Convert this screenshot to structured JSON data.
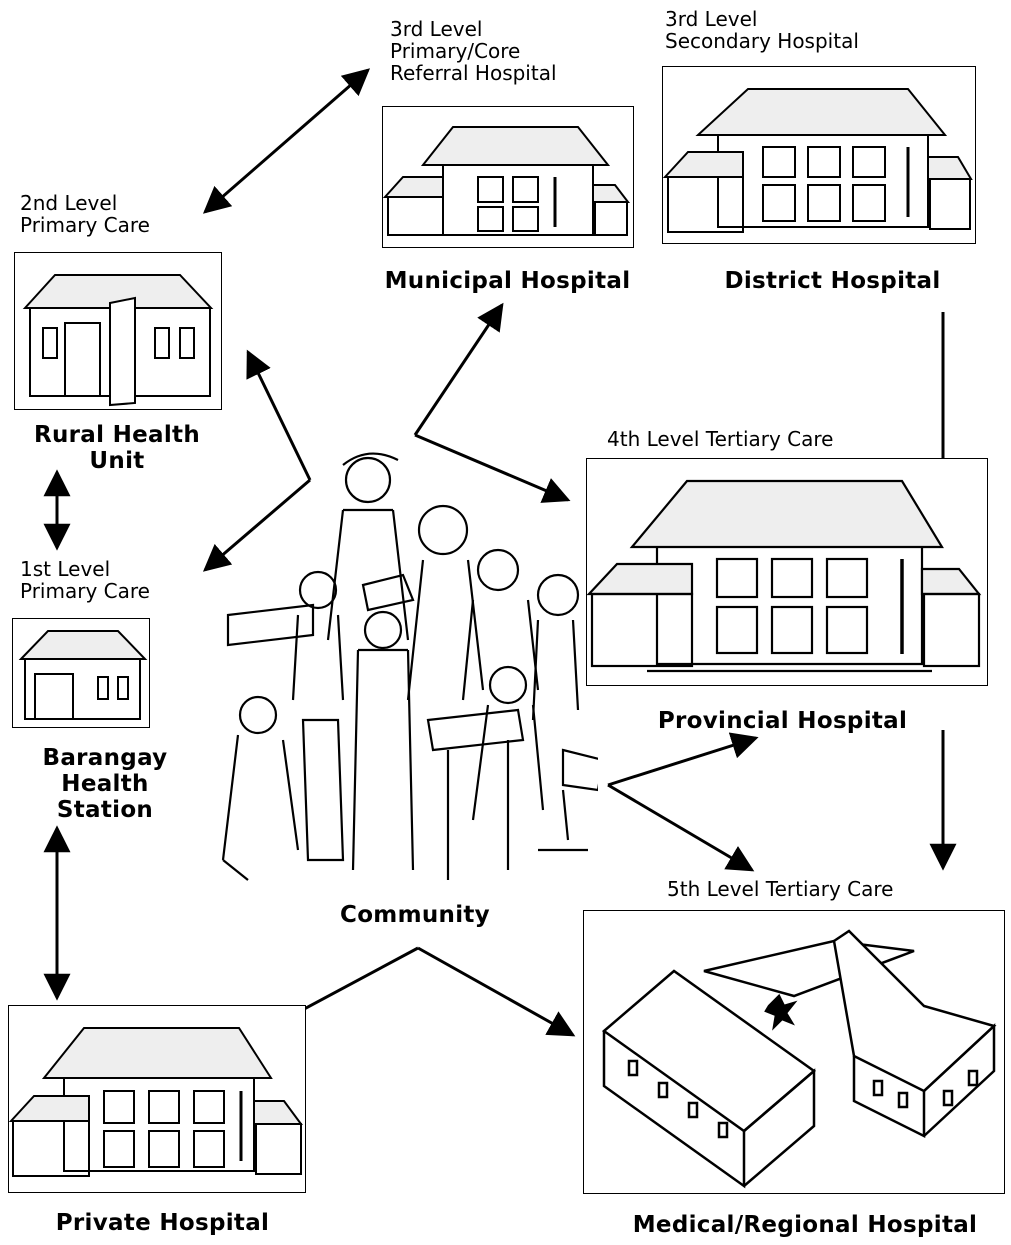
{
  "levels": {
    "third_primary": "3rd Level\nPrimary/Core\nReferral Hospital",
    "third_secondary": "3rd Level\nSecondary Hospital",
    "second_primary": "2nd Level\nPrimary Care",
    "first_primary": "1st Level\nPrimary Care",
    "fourth_tertiary": "4th Level Tertiary Care",
    "fifth_tertiary": "5th Level Tertiary Care"
  },
  "facilities": {
    "municipal": "Municipal Hospital",
    "district": "District Hospital",
    "rural_health_unit": "Rural Health\nUnit",
    "barangay": "Barangay\nHealth\nStation",
    "provincial": "Provincial Hospital",
    "community": "Community",
    "private": "Private Hospital",
    "medical_regional": "Medical/Regional Hospital"
  }
}
